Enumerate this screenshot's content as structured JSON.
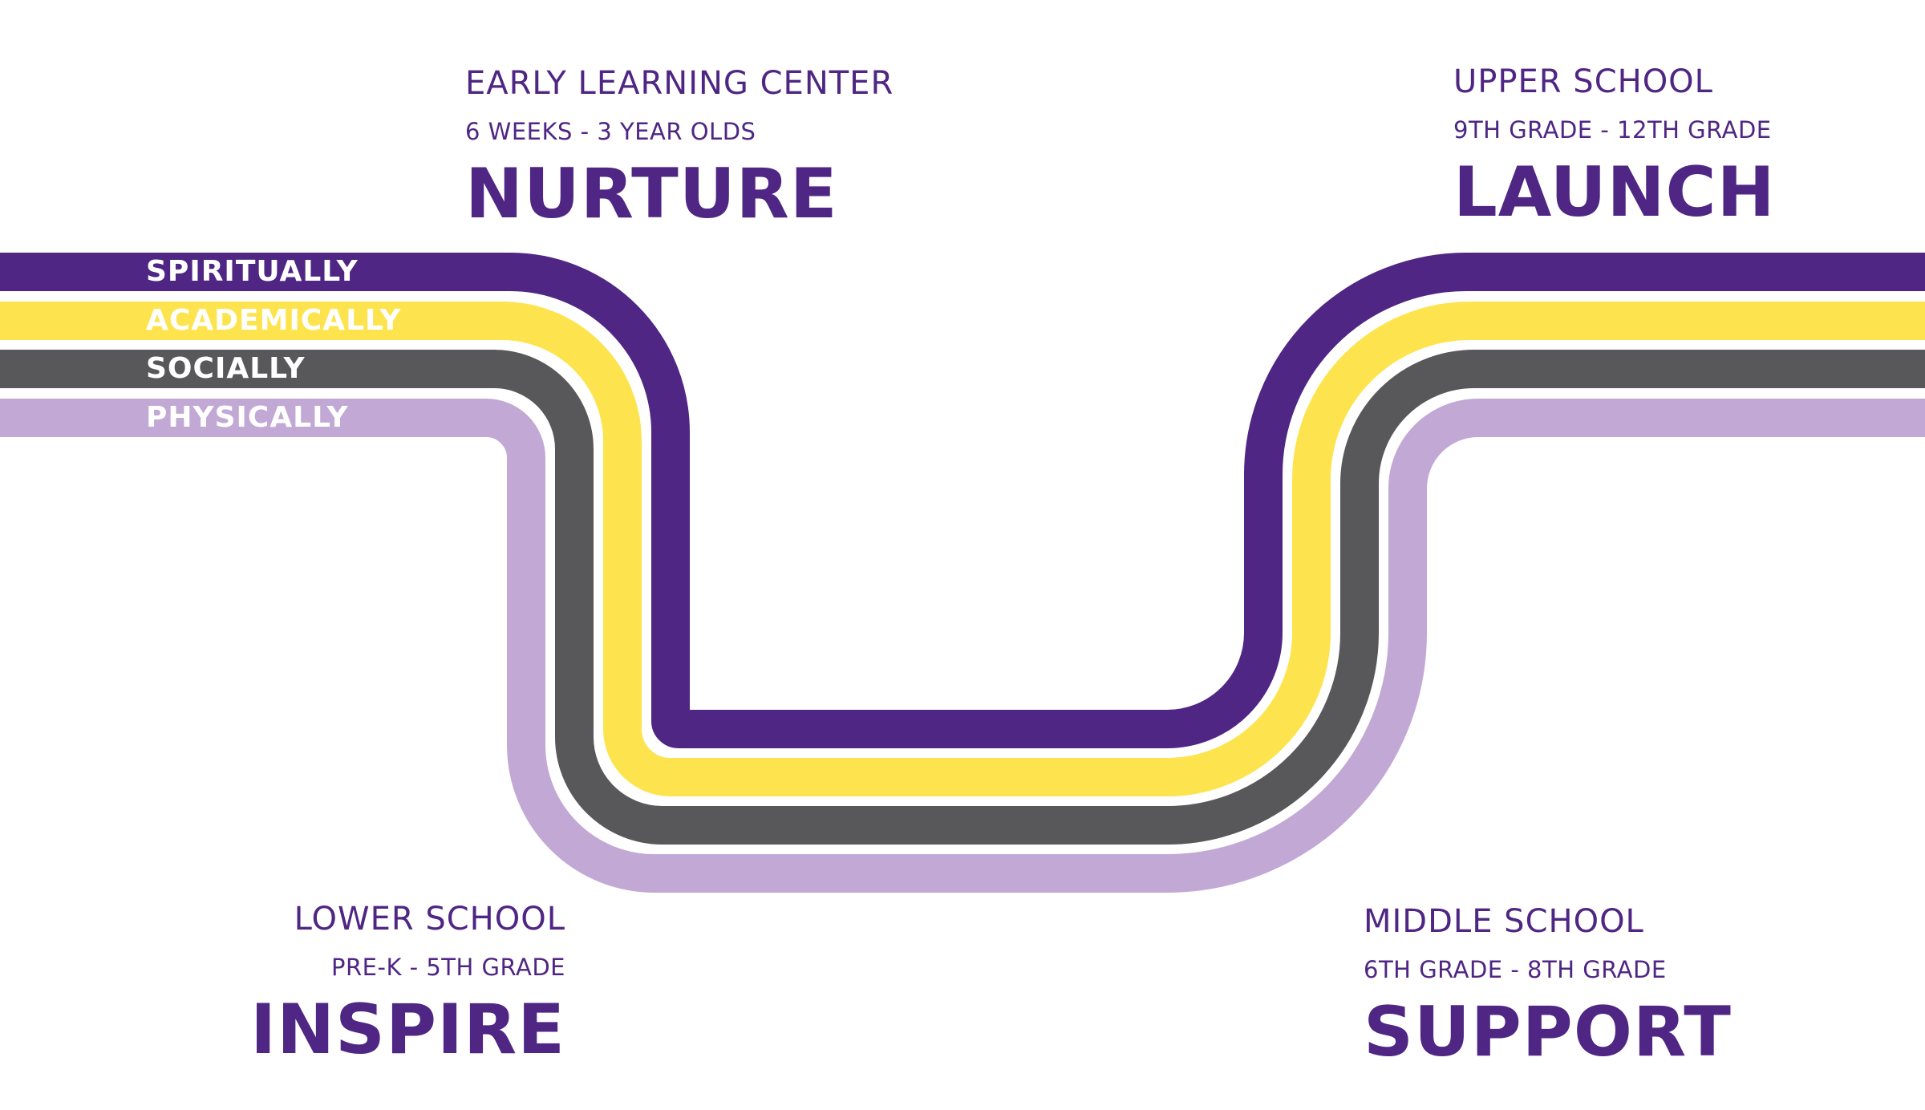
{
  "colors": {
    "purple": "#4F2683",
    "yellow": "#FDE44F",
    "gray": "#58585A",
    "lavender": "#C2A8D4",
    "text": "#4F2683",
    "label_text": "#FFFFFF"
  },
  "lanes": [
    {
      "label": "SPIRITUALLY",
      "color_key": "purple"
    },
    {
      "label": "ACADEMICALLY",
      "color_key": "yellow"
    },
    {
      "label": "SOCIALLY",
      "color_key": "gray"
    },
    {
      "label": "PHYSICALLY",
      "color_key": "lavender"
    }
  ],
  "stages": {
    "nurture": {
      "school": "EARLY LEARNING CENTER",
      "range": "6 WEEKS - 3 YEAR OLDS",
      "word": "NURTURE"
    },
    "inspire": {
      "school": "LOWER SCHOOL",
      "range": "PRE-K - 5TH GRADE",
      "word": "INSPIRE"
    },
    "support": {
      "school": "MIDDLE SCHOOL",
      "range": "6TH GRADE - 8TH GRADE",
      "word": "SUPPORT"
    },
    "launch": {
      "school": "UPPER SCHOOL",
      "range": "9TH GRADE - 12TH GRADE",
      "word": "LAUNCH"
    }
  }
}
